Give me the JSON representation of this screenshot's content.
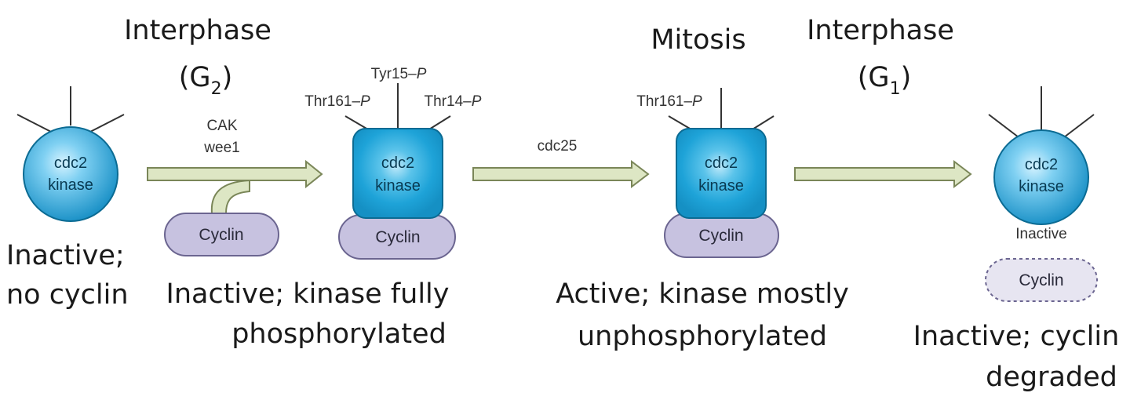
{
  "stages": [
    {
      "kinase_top": "cdc2",
      "kinase_bottom": "kinase",
      "caption_lines": [
        "Inactive;",
        "no cyclin"
      ]
    },
    {
      "phase_title": "Interphase",
      "phase_sub_main": "(G",
      "phase_sub_index": "2",
      "phase_sub_close": ")",
      "enzyme_lines": [
        "CAK",
        "wee1"
      ],
      "cyclin_label": "Cyclin"
    },
    {
      "site_top": "Tyr15–",
      "site_top_p": "P",
      "site_left": "Thr161–",
      "site_left_p": "P",
      "site_right": "Thr14–",
      "site_right_p": "P",
      "kinase_top": "cdc2",
      "kinase_bottom": "kinase",
      "cyclin_label": "Cyclin",
      "caption_lines": [
        "Inactive; kinase fully",
        "phosphorylated"
      ]
    },
    {
      "enzyme_label": "cdc25"
    },
    {
      "phase_title": "Mitosis",
      "site_left": "Thr161–",
      "site_left_p": "P",
      "kinase_top": "cdc2",
      "kinase_bottom": "kinase",
      "cyclin_label": "Cyclin",
      "caption_lines": [
        "Active; kinase mostly",
        "unphosphorylated"
      ]
    },
    {
      "phase_title": "Interphase",
      "phase_sub_main": "(G",
      "phase_sub_index": "1",
      "phase_sub_close": ")"
    },
    {
      "kinase_top": "cdc2",
      "kinase_bottom": "kinase",
      "state_label": "Inactive",
      "cyclin_label": "Cyclin",
      "caption_lines": [
        "Inactive; cyclin",
        "degraded"
      ]
    }
  ],
  "colors": {
    "kinase_fill": "#1ea3d8",
    "kinase_highlight": "#bfe9fa",
    "kinase_edge": "#0b6b93",
    "cyclin_fill": "#c7c2e0",
    "cyclin_edge": "#6b6590",
    "arrow_fill": "#dde6c4",
    "arrow_edge": "#7a8658"
  },
  "icons": [
    "kinase-sphere-icon",
    "kinase-square-icon",
    "cyclin-pill-icon",
    "arrow-right-icon",
    "branch-arrow-icon"
  ]
}
